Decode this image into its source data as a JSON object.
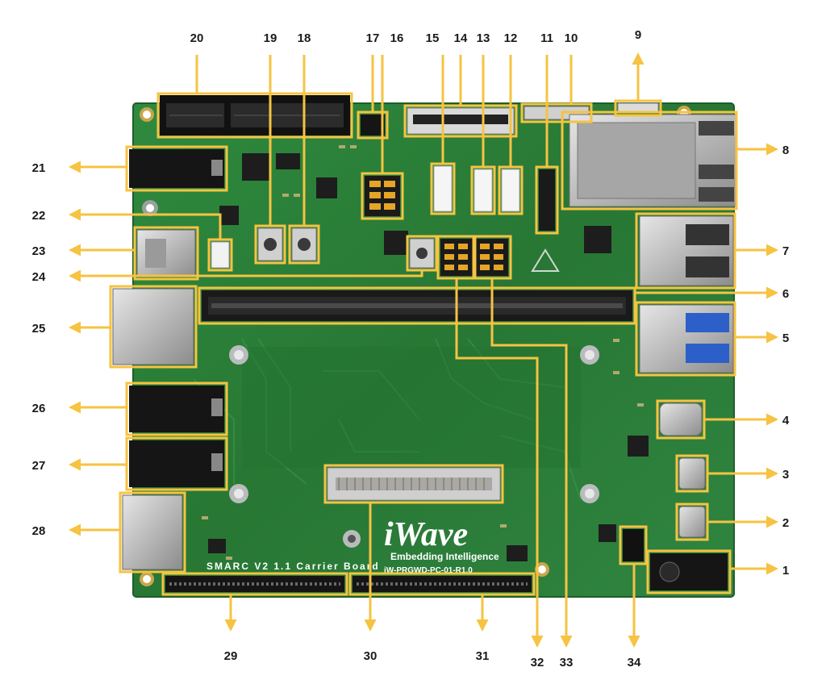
{
  "board": {
    "brand": "iWave",
    "tagline": "Embedding Intelligence",
    "part_number": "iW-PRGWD-PC-01-R1.0",
    "carrier_title": "SMARC V2 1.1 Carrier Board"
  },
  "colors": {
    "callout": "#f6c342",
    "pcb": "#2f7d3a",
    "pcb_dark": "#1f5e2a",
    "label": "#1a1a1a"
  },
  "callouts": [
    "1",
    "2",
    "3",
    "4",
    "5",
    "6",
    "7",
    "8",
    "9",
    "10",
    "11",
    "12",
    "13",
    "14",
    "15",
    "16",
    "17",
    "18",
    "19",
    "20",
    "21",
    "22",
    "23",
    "24",
    "25",
    "26",
    "27",
    "28",
    "29",
    "30",
    "31",
    "32",
    "33",
    "34"
  ]
}
